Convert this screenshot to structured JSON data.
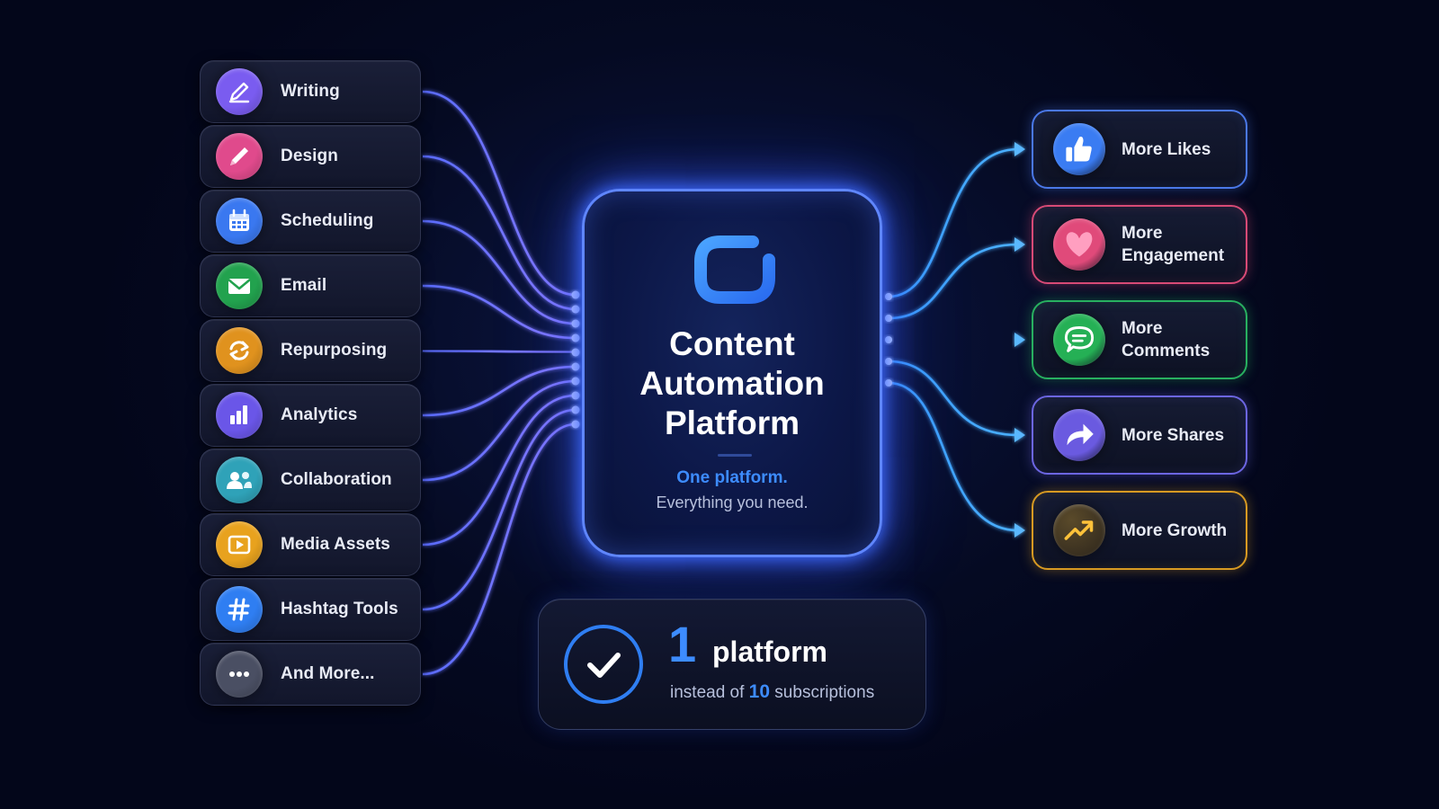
{
  "left_items": [
    {
      "label": "Writing",
      "icon": "pencil-icon",
      "color": "#7a5cf0"
    },
    {
      "label": "Design",
      "icon": "brush-icon",
      "color": "#e04a8c"
    },
    {
      "label": "Scheduling",
      "icon": "calendar-icon",
      "color": "#3a78f0"
    },
    {
      "label": "Email",
      "icon": "envelope-icon",
      "color": "#22a24e"
    },
    {
      "label": "Repurposing",
      "icon": "refresh-icon",
      "color": "#e0921e"
    },
    {
      "label": "Analytics",
      "icon": "bar-chart-icon",
      "color": "#6a56e8"
    },
    {
      "label": "Collaboration",
      "icon": "users-icon",
      "color": "#2fa2b8"
    },
    {
      "label": "Media Assets",
      "icon": "play-icon",
      "color": "#e8a21e"
    },
    {
      "label": "Hashtag Tools",
      "icon": "hashtag-icon",
      "color": "#2f7ef2"
    },
    {
      "label": "And More...",
      "icon": "ellipsis-icon",
      "color": "#4a4f63"
    }
  ],
  "hub": {
    "title": "Content\nAutomation\nPlatform",
    "tagline": "One platform.",
    "subtagline": "Everything you need.",
    "logo_icon": "platform-logo-icon",
    "accent": "#3d8cff"
  },
  "right_items": [
    {
      "label": "More Likes",
      "icon": "thumbs-up-icon",
      "color": "#3a7cf2",
      "border": "#4a78e8"
    },
    {
      "label": "More\nEngagement",
      "icon": "heart-icon",
      "color": "#e04a7a",
      "border": "#d84a76"
    },
    {
      "label": "More\nComments",
      "icon": "chat-icon",
      "color": "#25b055",
      "border": "#28b060"
    },
    {
      "label": "More Shares",
      "icon": "share-icon",
      "color": "#6a5ae0",
      "border": "#6c66e2"
    },
    {
      "label": "More Growth",
      "icon": "growth-icon",
      "color": "#e8a21e",
      "border": "#d89a22"
    }
  ],
  "summary": {
    "count": "1",
    "word": "platform",
    "prefix": "instead of ",
    "replaced_count": "10",
    "suffix": " subscriptions",
    "icon": "checkmark-icon"
  }
}
